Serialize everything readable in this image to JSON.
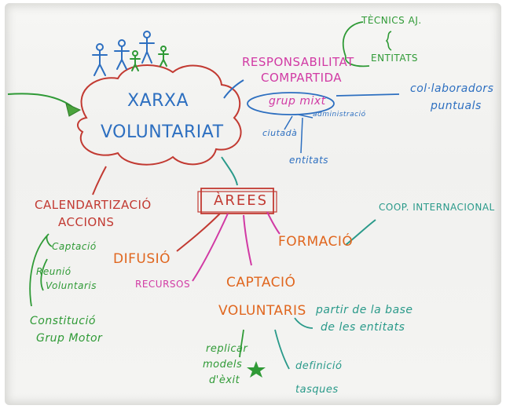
{
  "center": {
    "line1": "XARXA",
    "line2": "VOLUNTARIAT"
  },
  "responsabilitat": {
    "title1": "RESPONSABILITAT",
    "title2": "COMPARTIDA",
    "grup": "grup mixt",
    "ciutada": "ciutadà",
    "admin": "administració",
    "entitats": "entitats"
  },
  "tecnics": {
    "line1": "TÈCNICS AJ.",
    "line2": "ENTITATS"
  },
  "col_laboradors": {
    "line1": "col·laboradors",
    "line2": "puntuals"
  },
  "arees": "ÀREES",
  "calendaritzacio": {
    "line1": "CALENDARTIZACIÓ",
    "line2": "ACCIONS",
    "items": [
      "Captació",
      "Reunió",
      "Voluntaris",
      "Constitució",
      "Grup Motor"
    ]
  },
  "difusio": "DIFUSIÓ",
  "recursos": "RECURSOS",
  "formacio": "FORMACIÓ",
  "coop": "COOP. INTERNACIONAL",
  "captacio": {
    "line1": "CAPTACIÓ",
    "line2": "VOLUNTARIS",
    "base1": "partir de la base",
    "base2": "de les entitats",
    "replicar": [
      "replicar",
      "models",
      "d'èxit"
    ],
    "definicio": [
      "definició",
      "tasques"
    ]
  },
  "colors": {
    "blue": "#2d6fc0",
    "red": "#c23a32",
    "pink": "#d13aa4",
    "orange": "#e0661e",
    "green": "#2f9a36",
    "teal": "#2a9a8a"
  }
}
